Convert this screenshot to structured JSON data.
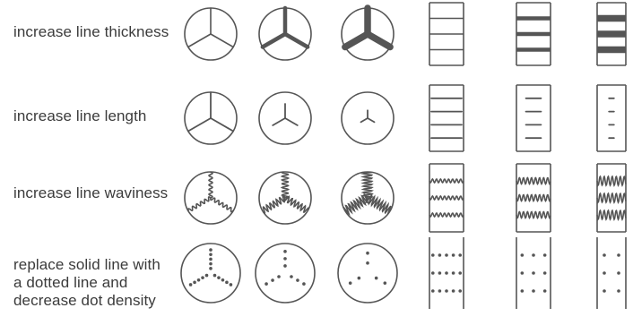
{
  "rows": [
    {
      "label": "increase line thickness",
      "variation": "thickness",
      "levels": [
        1,
        2,
        3
      ]
    },
    {
      "label": "increase line length",
      "variation": "length",
      "levels": [
        3,
        2,
        1
      ]
    },
    {
      "label": "increase line waviness",
      "variation": "waviness",
      "levels": [
        1,
        2,
        3
      ]
    },
    {
      "label_lines": [
        "replace solid line with",
        "a dotted line and",
        "decrease dot density"
      ],
      "variation": "dotted",
      "levels": [
        1,
        2,
        3
      ]
    }
  ],
  "colors": {
    "ink": "#555555",
    "text": "#3b3b3b"
  }
}
